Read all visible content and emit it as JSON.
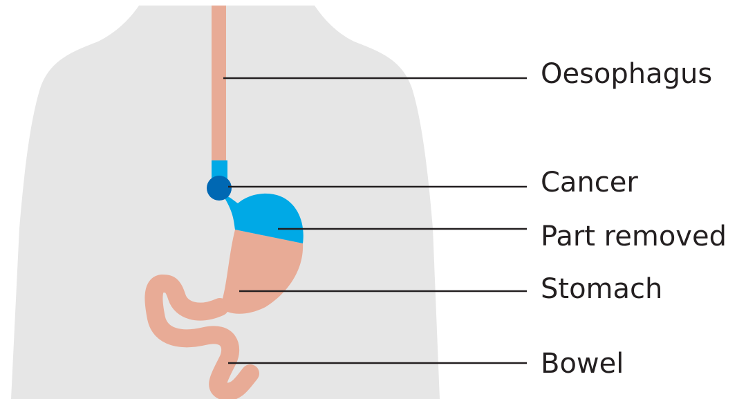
{
  "labels": {
    "oesophagus": "Oesophagus",
    "cancer": "Cancer",
    "part_removed": "Part removed",
    "stomach": "Stomach",
    "bowel": "Bowel"
  },
  "colors": {
    "body": "#e6e6e6",
    "organ": "#e8ab96",
    "removed": "#00a9e6",
    "cancer": "#0068b3",
    "leader_line": "#231f20",
    "text": "#231f20"
  }
}
